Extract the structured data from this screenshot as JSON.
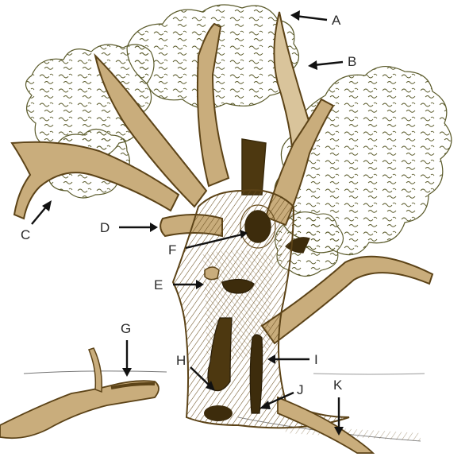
{
  "colors": {
    "background": "#ffffff",
    "foliage_outline": "#5a5a2a",
    "bark": "#8a6a36",
    "bark_dark": "#5c4317",
    "bark_light": "#c9ad7c",
    "label_text": "#2a2a2a",
    "arrow": "#111111"
  },
  "labels": {
    "A": "A",
    "B": "B",
    "C": "C",
    "D": "D",
    "E": "E",
    "F": "F",
    "G": "G",
    "H": "H",
    "I": "I",
    "J": "J",
    "K": "K"
  }
}
